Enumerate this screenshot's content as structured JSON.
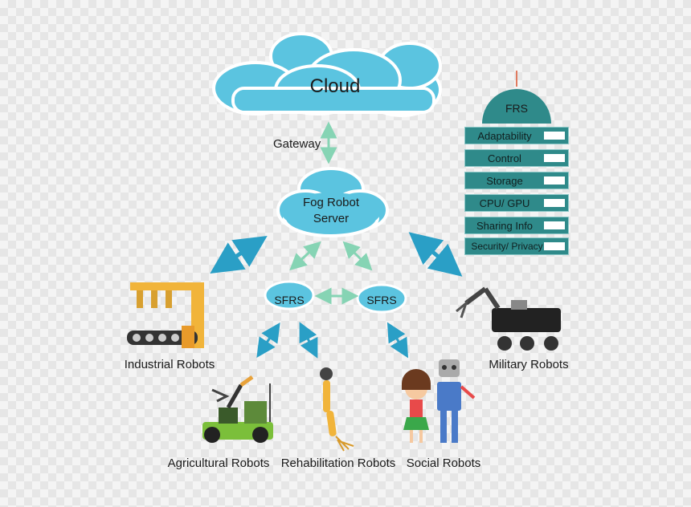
{
  "cloud": {
    "label": "Cloud"
  },
  "gateway": {
    "label": "Gateway"
  },
  "fog_server": {
    "line1": "Fog Robot",
    "line2": "Server"
  },
  "sfrs": {
    "left": "SFRS",
    "right": "SFRS"
  },
  "frs": {
    "title": "FRS",
    "rows": [
      "Adaptability",
      "Control",
      "Storage",
      "CPU/ GPU",
      "Sharing Info",
      "Security/ Privacy"
    ]
  },
  "robots": {
    "industrial": "Industrial Robots",
    "military": "Military Robots",
    "agricultural": "Agricultural Robots",
    "rehabilitation": "Rehabilitation Robots",
    "social": "Social Robots"
  },
  "colors": {
    "cloud": "#5bc4e0",
    "arrow": "#2a9fc6",
    "arrow_light": "#86d4b4",
    "frs": "#2f8a8a"
  }
}
